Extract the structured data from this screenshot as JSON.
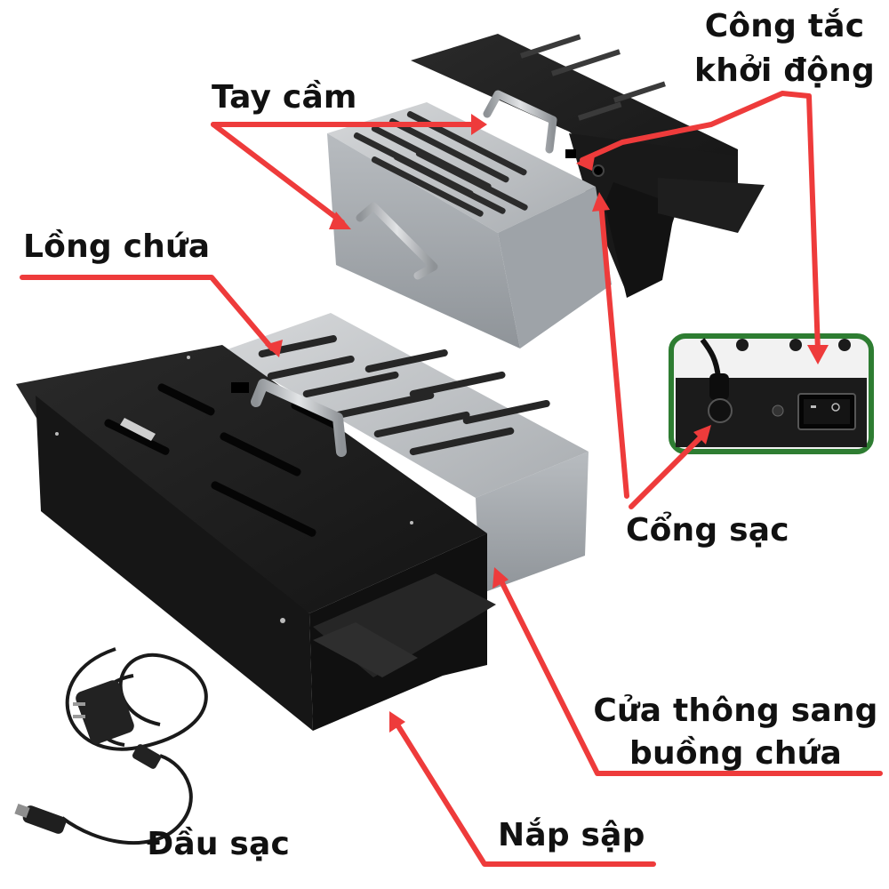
{
  "labels": {
    "tay_cam": "Tay cầm",
    "cong_tac_line1": "Công tắc",
    "cong_tac_line2": "khởi động",
    "long_chua": "Lồng chứa",
    "cong_sac": "Cổng sạc",
    "cua_thong_line1": "Cửa thông sang",
    "cua_thong_line2": "buồng chứa",
    "nap_sap": "Nắp sập",
    "dau_sac": "Đầu sạc"
  },
  "colors": {
    "arrow": "#ee3b3b",
    "inset_border": "#2e7d32",
    "metal_black": "#1c1c1c",
    "metal_silver": "#b9bcbf",
    "text": "#111111"
  },
  "icons": {
    "power_switch": "rocker-switch-icon",
    "charging_port": "dc-jack-icon",
    "adapter": "power-adapter-icon"
  }
}
